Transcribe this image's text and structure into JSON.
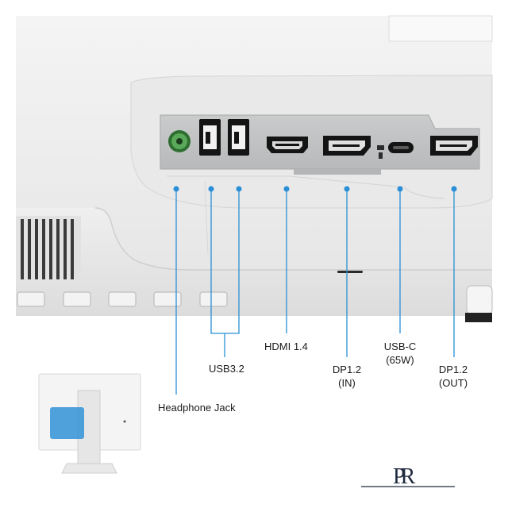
{
  "labels": {
    "headphone_jack": "Headphone Jack",
    "usb32": "USB3.2",
    "hdmi14": "HDMI 1.4",
    "dp12_in_line1": "DP1.2",
    "dp12_in_line2": "(IN)",
    "usbc_line1": "USB-C",
    "usbc_line2": "(65W)",
    "dp12_out_line1": "DP1.2",
    "dp12_out_line2": "(OUT)"
  },
  "brand": {
    "monogram": "PR"
  },
  "colors": {
    "accent": "#2a8fd6",
    "port_black": "#141414",
    "panel_gray": "#bfc1c2",
    "body_white": "#ededed",
    "jack_green": "#4f9a4e"
  }
}
